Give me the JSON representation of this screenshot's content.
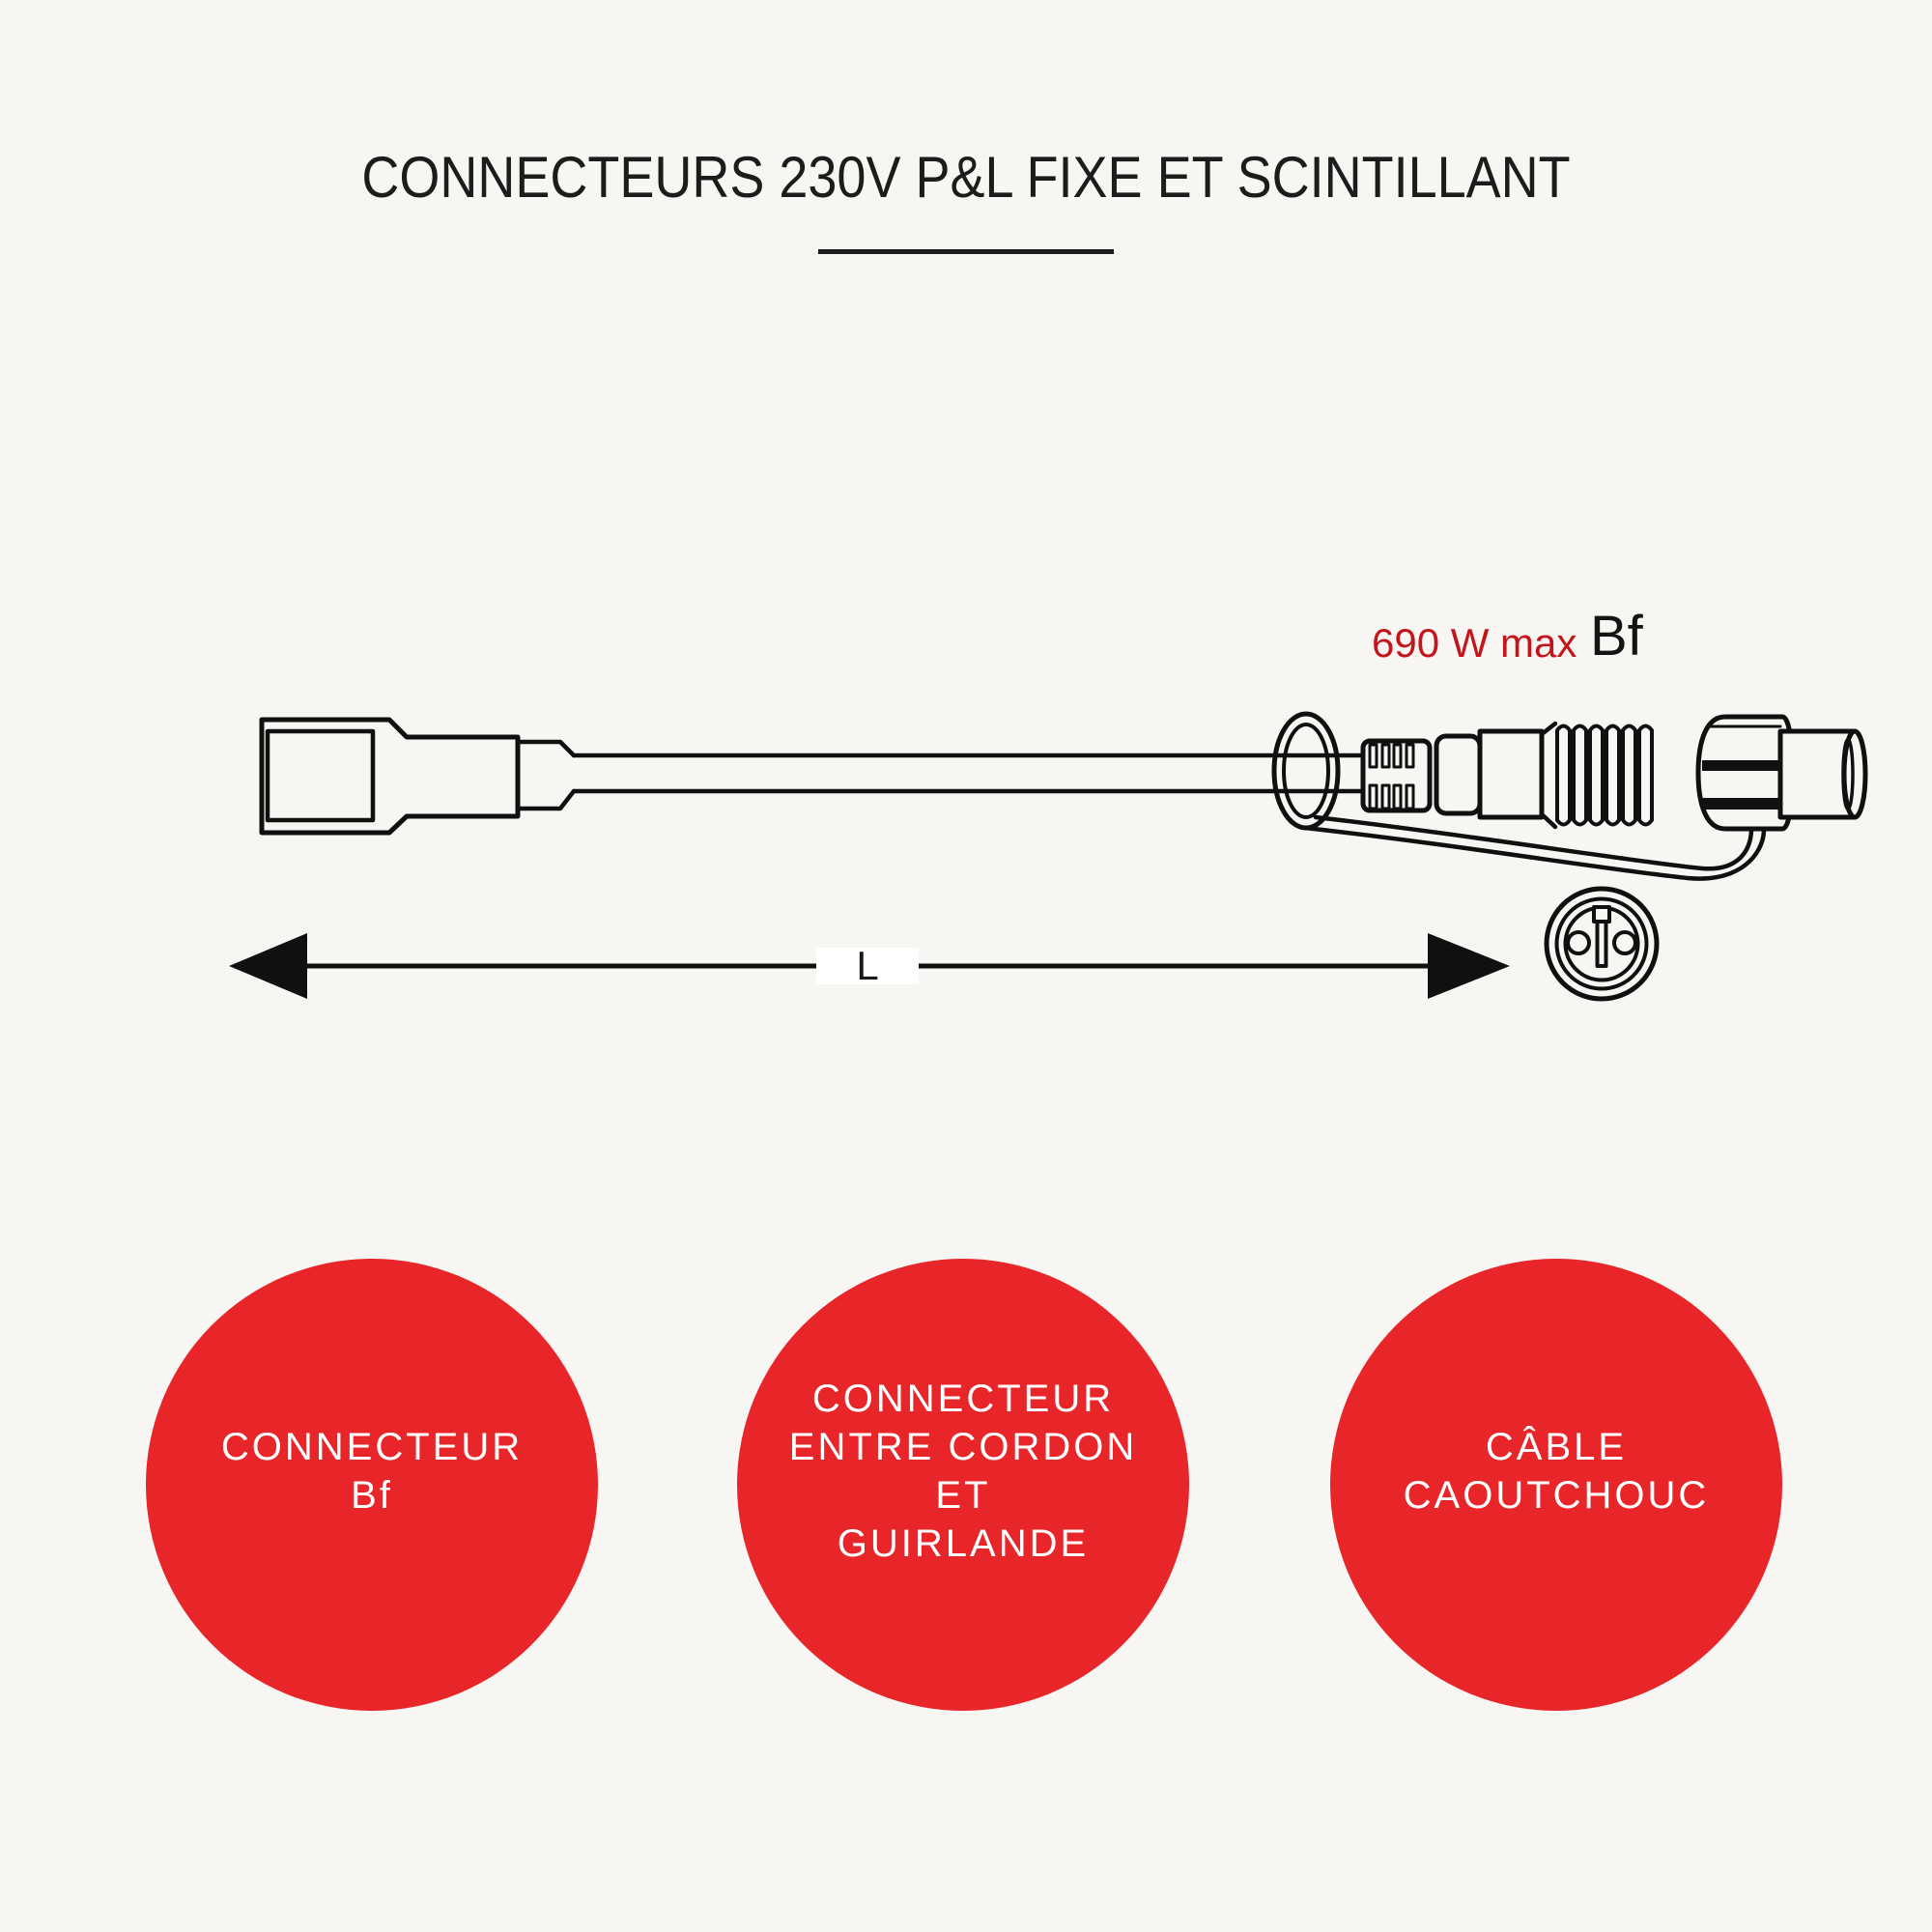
{
  "title": {
    "text": "CONNECTEURS 230V P&L FIXE ET SCINTILLANT"
  },
  "diagram": {
    "power_rating": "690 W max",
    "connector_code": "Bf",
    "length_label": "L",
    "parts": [
      "plug-connector",
      "rubber-cable",
      "tether-loop",
      "threaded-connector",
      "protective-end-cap",
      "connector-face-view",
      "length-dimension-arrow"
    ]
  },
  "legend": [
    {
      "lines": [
        "CONNECTEUR",
        "Bf"
      ]
    },
    {
      "lines": [
        "CONNECTEUR",
        "ENTRE CORDON",
        "ET",
        "GUIRLANDE"
      ]
    },
    {
      "lines": [
        "CÂBLE",
        "CAOUTCHOUC"
      ]
    }
  ],
  "colors": {
    "background": "#f8f6f3",
    "line": "#101010",
    "title_text": "#1c1c1c",
    "power_text_red": "#c3161c",
    "legend_circle_red": "#e8262a",
    "legend_text": "#ffffff",
    "length_box": "#ffffff"
  }
}
